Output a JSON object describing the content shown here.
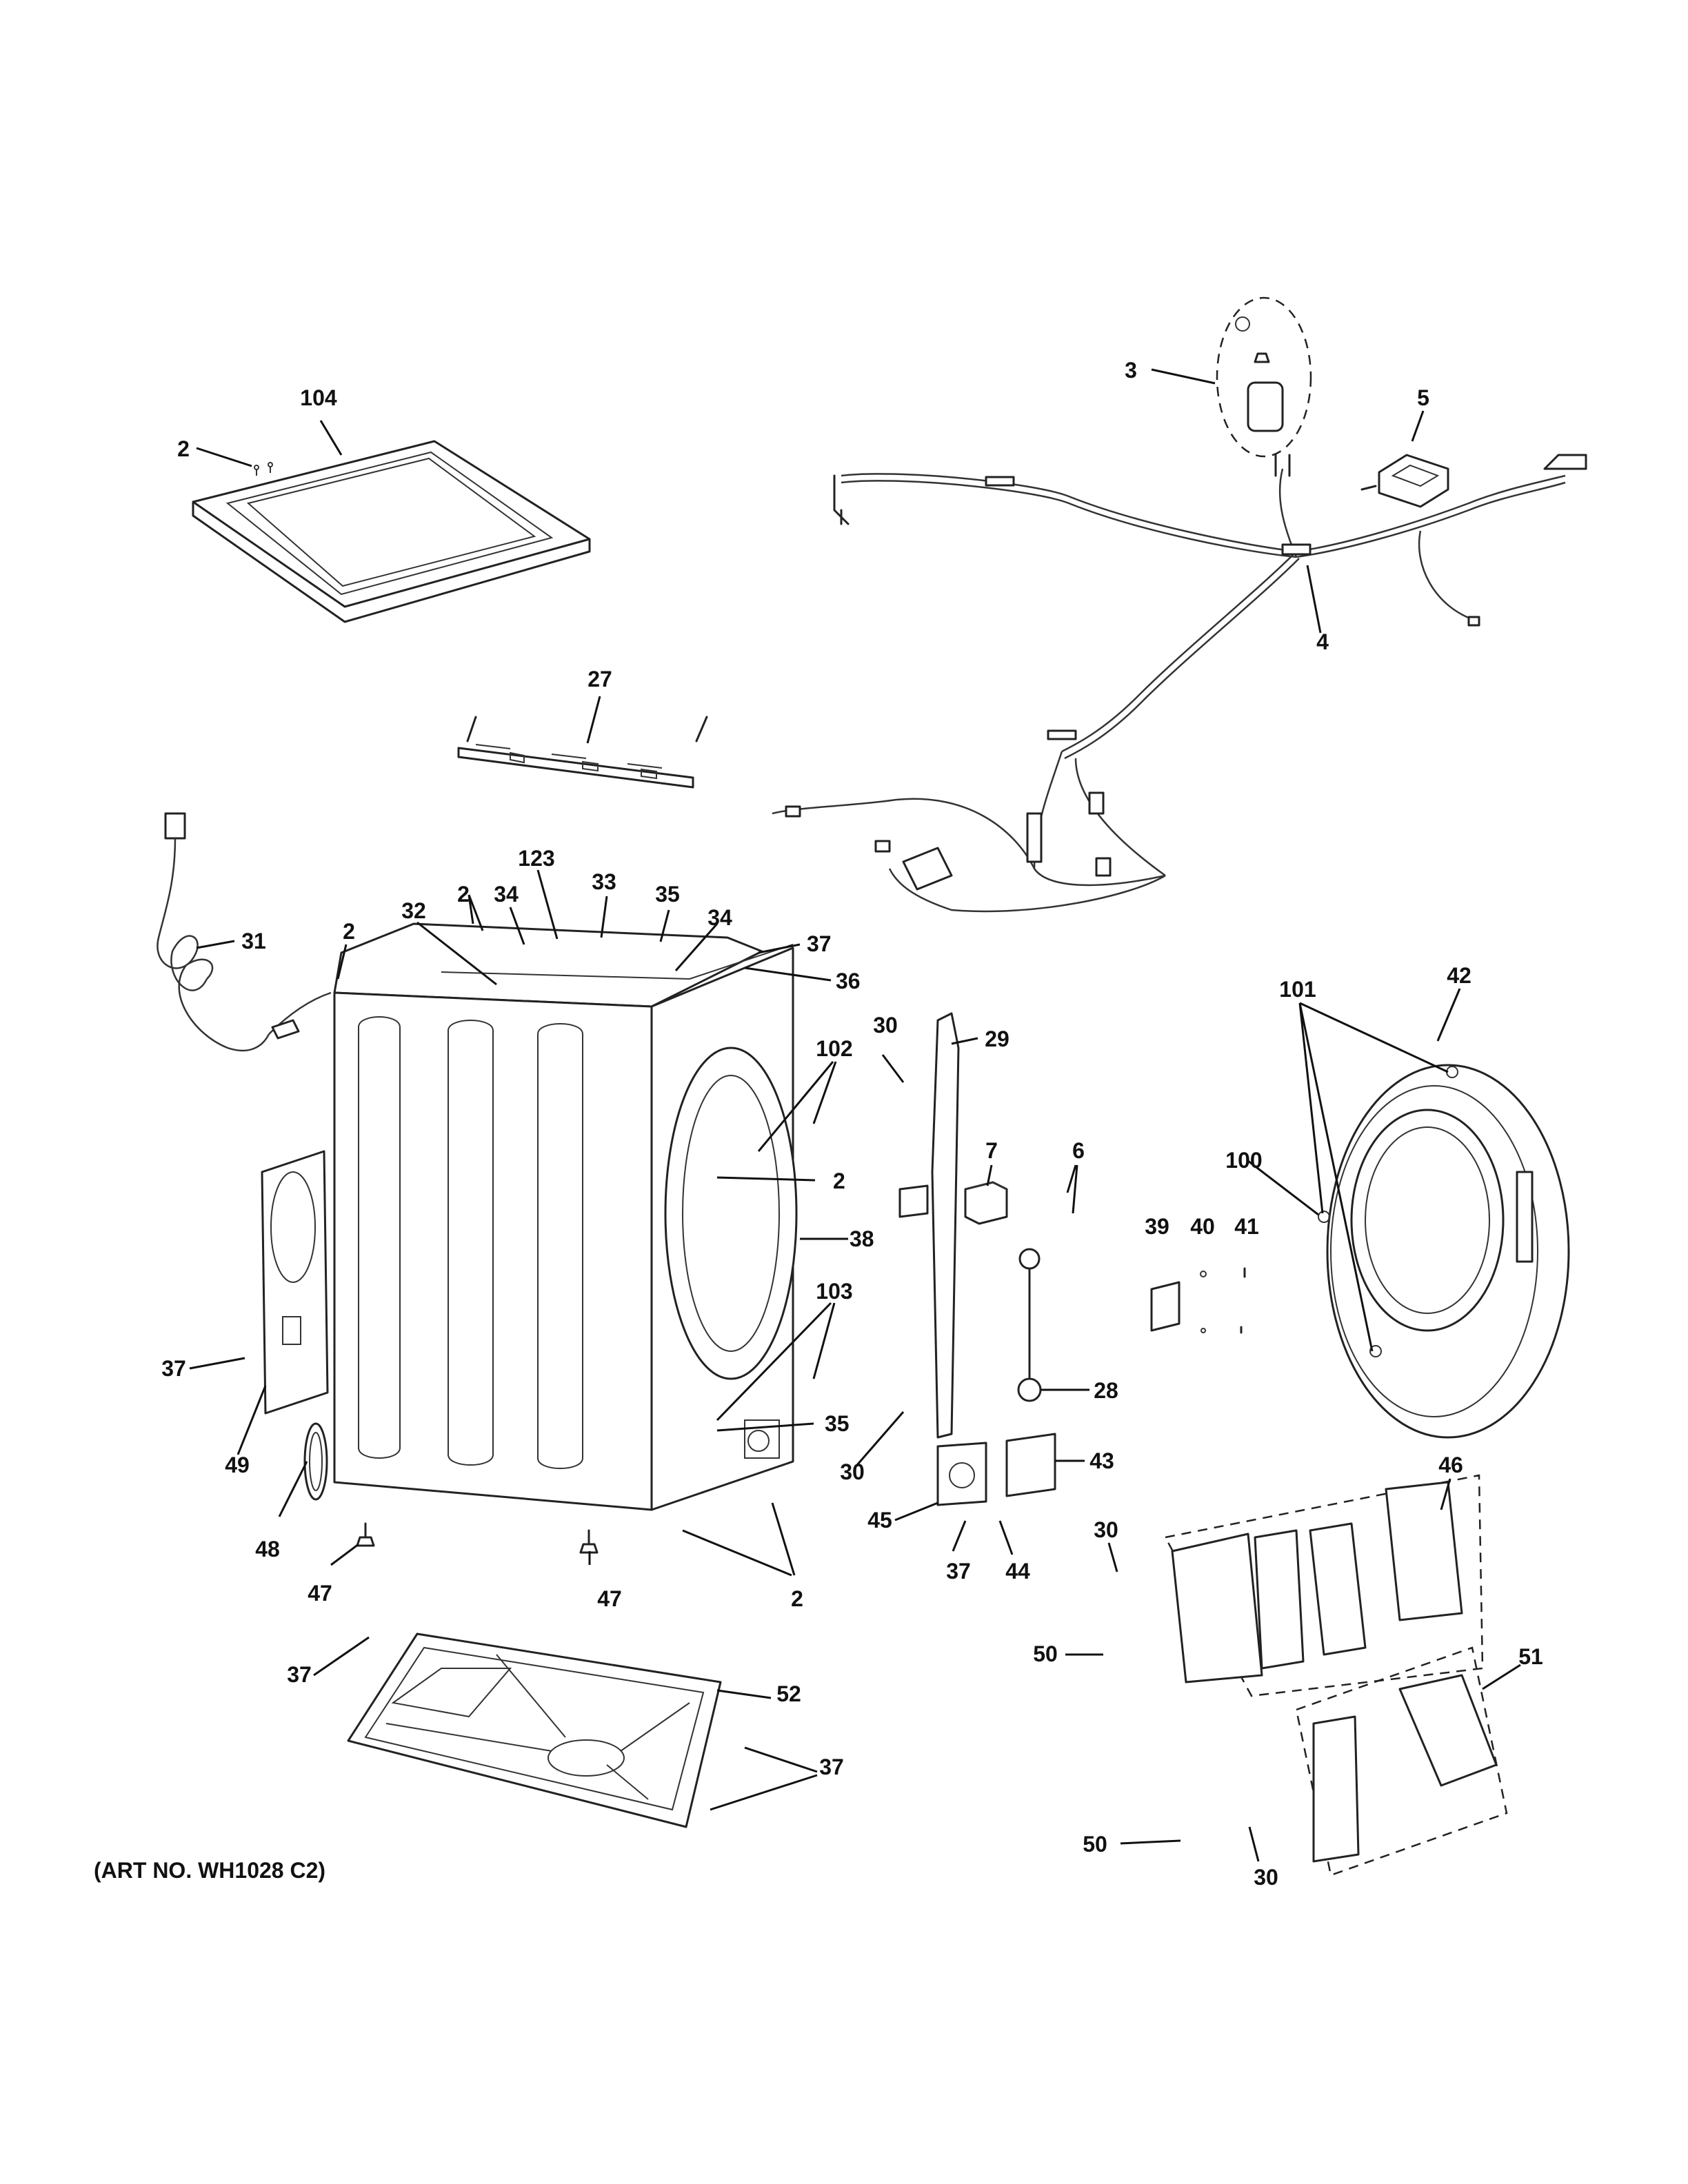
{
  "art_number": "(ART NO. WH1028 C2)",
  "callouts": [
    {
      "id": "c-104",
      "label": "104"
    },
    {
      "id": "c-2-topcover",
      "label": "2"
    },
    {
      "id": "c-27",
      "label": "27"
    },
    {
      "id": "c-3",
      "label": "3"
    },
    {
      "id": "c-5",
      "label": "5"
    },
    {
      "id": "c-4",
      "label": "4"
    },
    {
      "id": "c-123",
      "label": "123"
    },
    {
      "id": "c-33",
      "label": "33"
    },
    {
      "id": "c-35-top",
      "label": "35"
    },
    {
      "id": "c-34-left",
      "label": "34"
    },
    {
      "id": "c-2-top",
      "label": "2"
    },
    {
      "id": "c-32",
      "label": "32"
    },
    {
      "id": "c-34-right",
      "label": "34"
    },
    {
      "id": "c-37-top",
      "label": "37"
    },
    {
      "id": "c-36",
      "label": "36"
    },
    {
      "id": "c-31",
      "label": "31"
    },
    {
      "id": "c-2-left",
      "label": "2"
    },
    {
      "id": "c-102",
      "label": "102"
    },
    {
      "id": "c-2-front",
      "label": "2"
    },
    {
      "id": "c-38",
      "label": "38"
    },
    {
      "id": "c-103",
      "label": "103"
    },
    {
      "id": "c-35-bottom",
      "label": "35"
    },
    {
      "id": "c-37-left",
      "label": "37"
    },
    {
      "id": "c-49",
      "label": "49"
    },
    {
      "id": "c-48",
      "label": "48"
    },
    {
      "id": "c-47-left",
      "label": "47"
    },
    {
      "id": "c-47-right",
      "label": "47"
    },
    {
      "id": "c-2-bottom",
      "label": "2"
    },
    {
      "id": "c-30-top",
      "label": "30"
    },
    {
      "id": "c-29",
      "label": "29"
    },
    {
      "id": "c-7",
      "label": "7"
    },
    {
      "id": "c-6",
      "label": "6"
    },
    {
      "id": "c-28",
      "label": "28"
    },
    {
      "id": "c-30-mid",
      "label": "30"
    },
    {
      "id": "c-45",
      "label": "45"
    },
    {
      "id": "c-43",
      "label": "43"
    },
    {
      "id": "c-37-mid",
      "label": "37"
    },
    {
      "id": "c-44",
      "label": "44"
    },
    {
      "id": "c-101",
      "label": "101"
    },
    {
      "id": "c-42",
      "label": "42"
    },
    {
      "id": "c-100",
      "label": "100"
    },
    {
      "id": "c-39",
      "label": "39"
    },
    {
      "id": "c-40",
      "label": "40"
    },
    {
      "id": "c-41",
      "label": "41"
    },
    {
      "id": "c-46",
      "label": "46"
    },
    {
      "id": "c-30-right",
      "label": "30"
    },
    {
      "id": "c-50-top",
      "label": "50"
    },
    {
      "id": "c-51",
      "label": "51"
    },
    {
      "id": "c-50-bottom",
      "label": "50"
    },
    {
      "id": "c-30-bottom",
      "label": "30"
    },
    {
      "id": "c-37-base-left",
      "label": "37"
    },
    {
      "id": "c-52",
      "label": "52"
    },
    {
      "id": "c-37-base-right",
      "label": "37"
    }
  ]
}
